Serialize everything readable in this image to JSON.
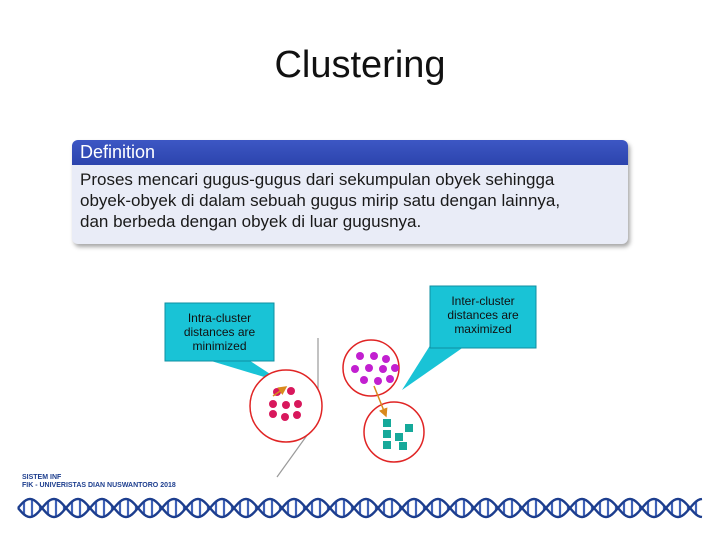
{
  "slide": {
    "title": "Clustering"
  },
  "definition": {
    "heading": "Definition",
    "lines": [
      "Proses mencari gugus-gugus dari sekumpulan obyek sehingga",
      "obyek-obyek di dalam sebuah gugus mirip satu dengan lainnya,",
      "dan berbeda dengan obyek di luar gugusnya."
    ],
    "header_color": "#2f48b5",
    "body_color": "#e9ecf7"
  },
  "diagram": {
    "intra_label": [
      "Intra-cluster",
      "distances are",
      "minimized"
    ],
    "inter_label": [
      "Inter-cluster",
      "distances are",
      "maximized"
    ],
    "callout_color": "#19c3d6",
    "cluster_colors": {
      "red": "#d8185c",
      "magenta": "#c21fd0",
      "teal": "#16a99a"
    }
  },
  "footer": {
    "line1": "SISTEM INF",
    "line2": "FIK - UNIVERISTAS DIAN NUSWANTORO 2018",
    "color": "#1d3e8e"
  }
}
